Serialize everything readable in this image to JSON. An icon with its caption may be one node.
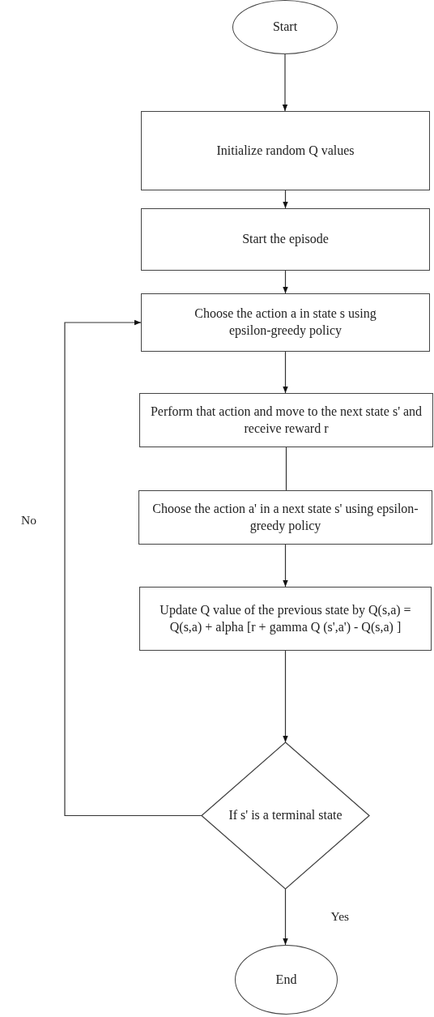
{
  "diagram": {
    "nodes": [
      {
        "text": [
          "Start"
        ]
      },
      {
        "text": [
          "Initialize random Q values"
        ]
      },
      {
        "text": [
          "Start the episode"
        ]
      },
      {
        "text": [
          "Choose the action a in state s using epsilon-greedy policy"
        ]
      },
      {
        "text": [
          "Perform that action and move to the next state s' and receive reward r"
        ]
      },
      {
        "text": [
          "Choose the action a' in a next state s' using epsilon-greedy policy"
        ]
      },
      {
        "text": [
          "Update Q value of the previous state by Q(s,a) = Q(s,a) + alpha [r + gamma Q (s',a') - Q(s,a) ]"
        ]
      },
      {
        "text": [
          "If s' is a terminal state"
        ]
      },
      {
        "text": [
          "End"
        ]
      }
    ],
    "edges": [
      {
        "from": 0,
        "to": 1,
        "arrow": "to"
      },
      {
        "from": 1,
        "to": 2,
        "arrow": "to"
      },
      {
        "from": 2,
        "to": 3,
        "arrow": "to"
      },
      {
        "from": 3,
        "to": 4,
        "arrow": "to"
      },
      {
        "from": 4,
        "to": 5,
        "arrow": "none"
      },
      {
        "from": 5,
        "to": 6,
        "arrow": "to"
      },
      {
        "from": 6,
        "to": 7,
        "arrow": "to"
      },
      {
        "from": 7,
        "to": 3,
        "arrow": "to",
        "label": "No"
      },
      {
        "from": 7,
        "to": 8,
        "arrow": "to",
        "label": "Yes"
      }
    ]
  }
}
